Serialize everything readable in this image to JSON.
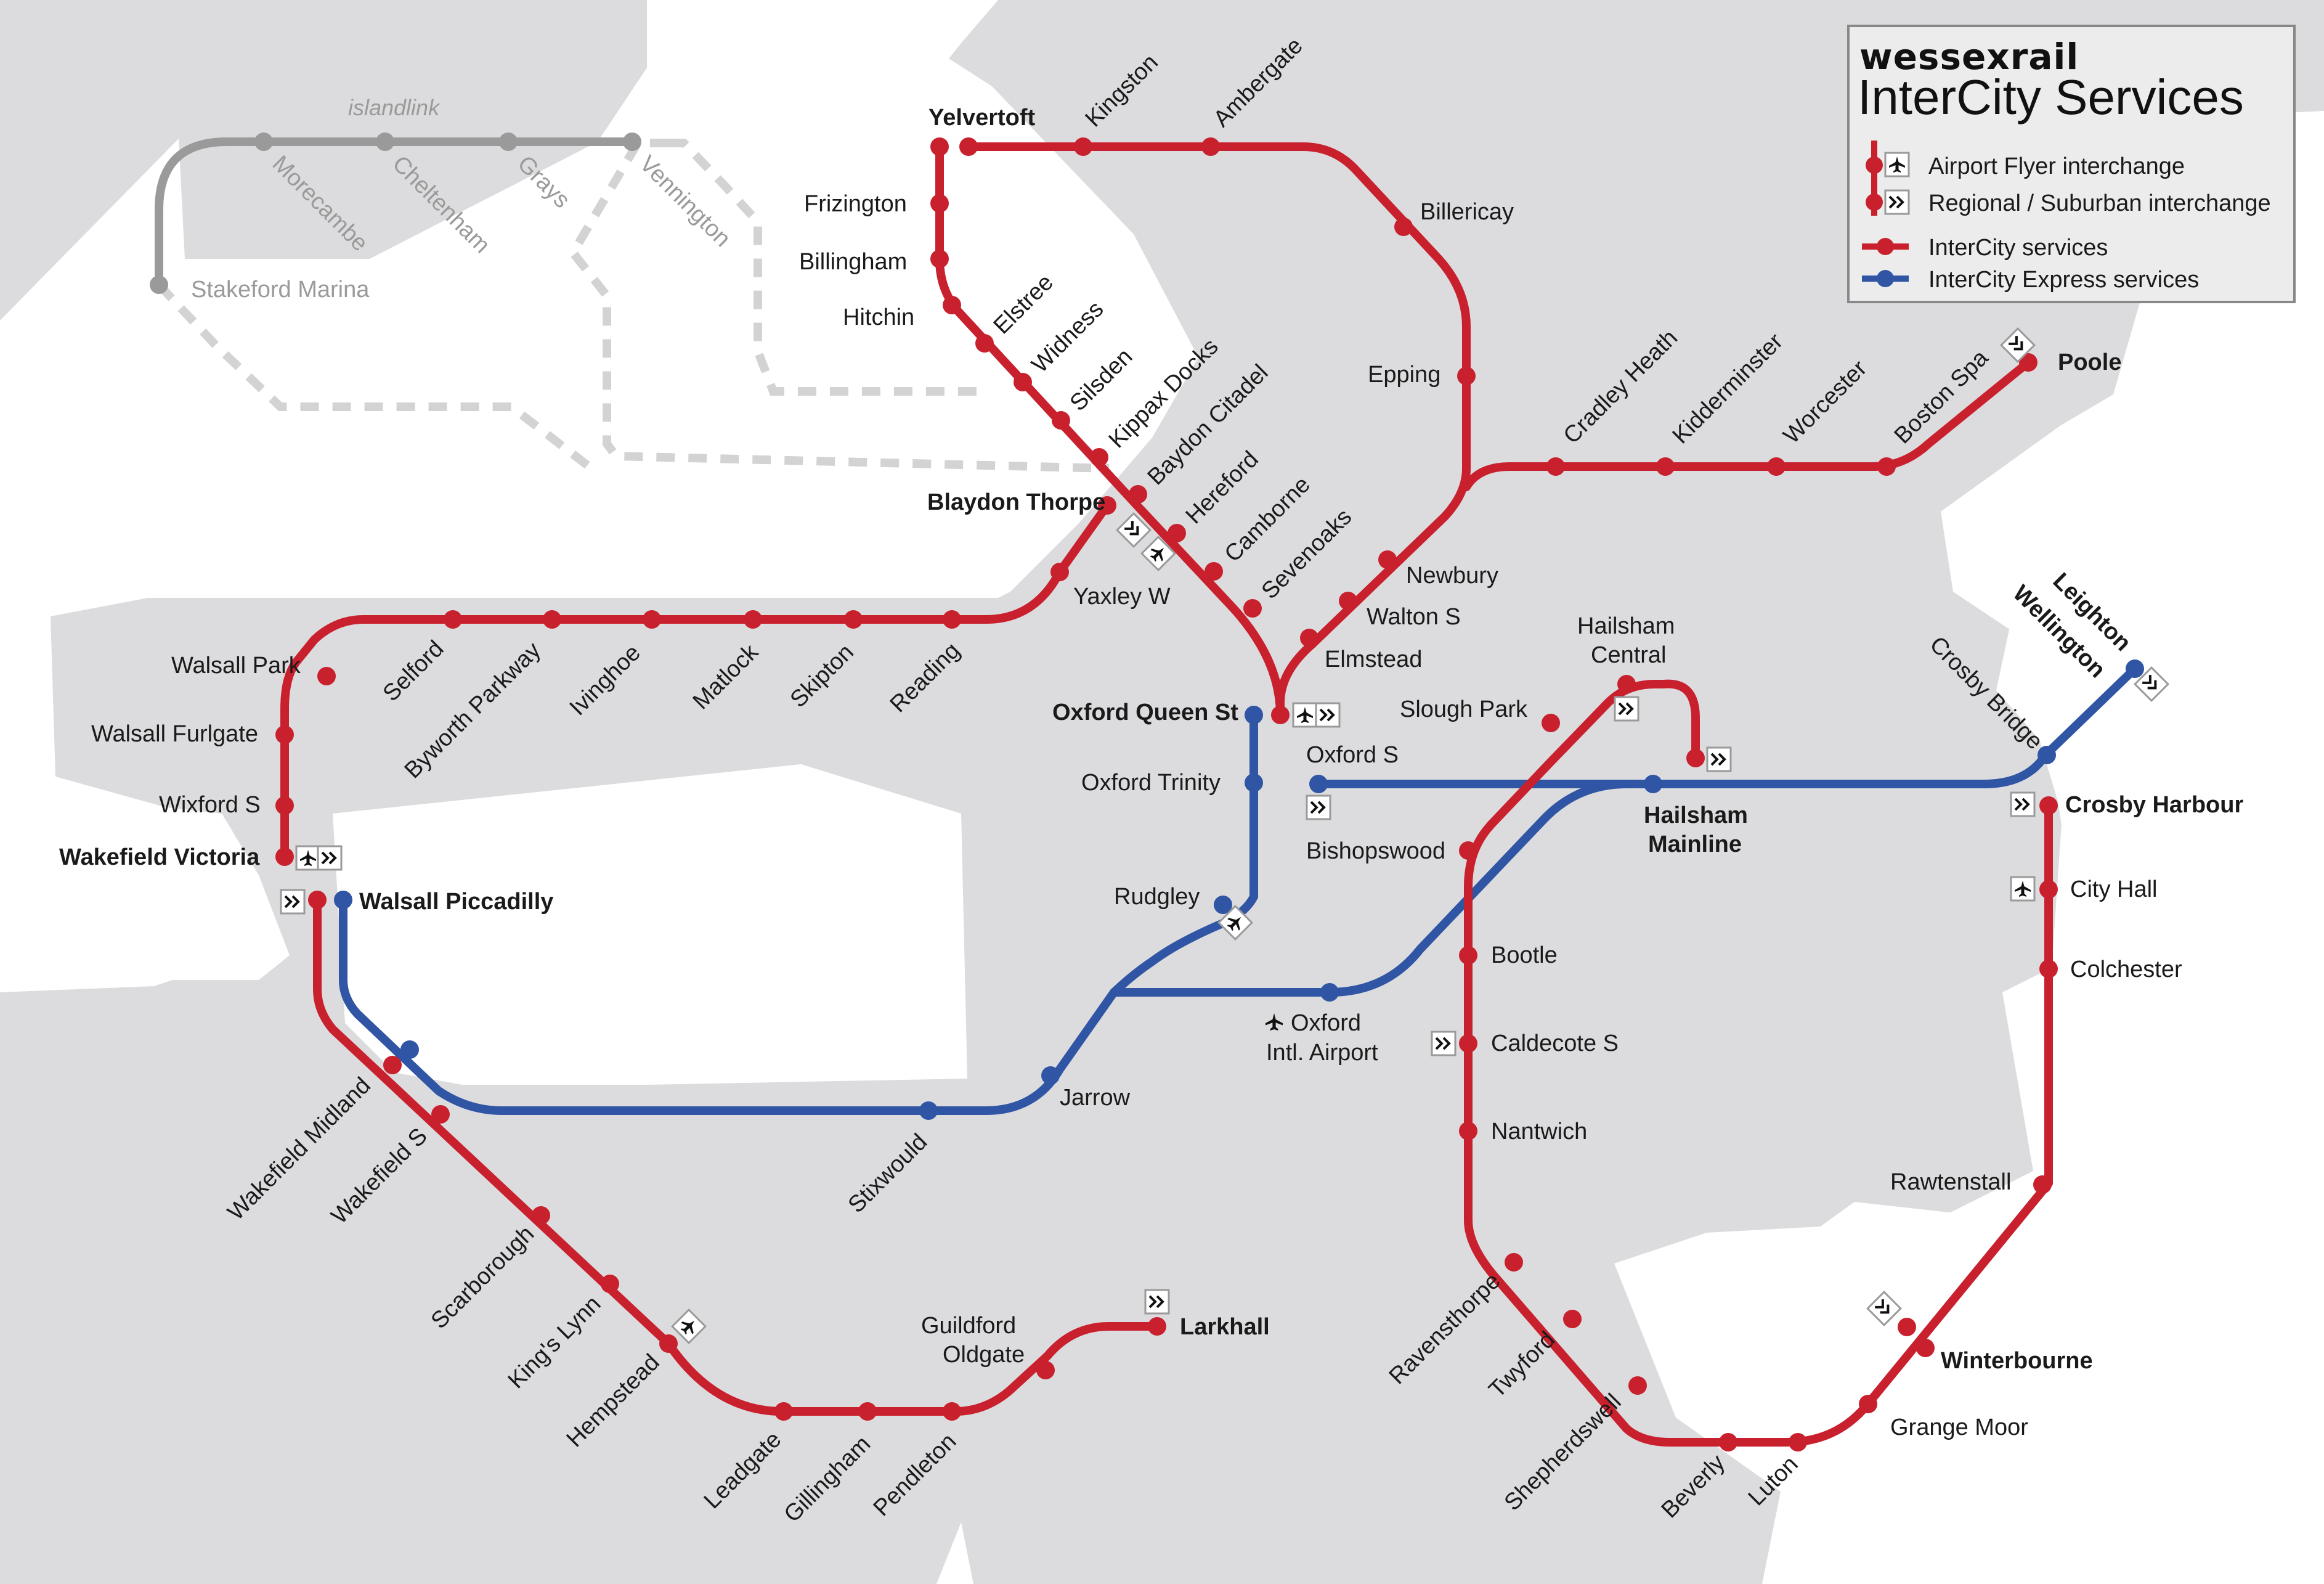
{
  "colors": {
    "land": "#dcdcde",
    "sea": "#ffffff",
    "intercity": "#c9202e",
    "express": "#2f55a4",
    "islandlink": "#9a9a9a",
    "dashed": "#d3d3d3"
  },
  "legend": {
    "brand": "wessexrail",
    "subtitle": "InterCity Services",
    "items": [
      {
        "icon": "airport-interchange-icon",
        "label": "Airport Flyer interchange"
      },
      {
        "icon": "regional-interchange-icon",
        "label": "Regional / Suburban interchange"
      },
      {
        "icon": "intercity-line-icon",
        "label": "InterCity services"
      },
      {
        "icon": "express-line-icon",
        "label": "InterCity Express services"
      }
    ]
  },
  "islandlink": {
    "name": "islandlink",
    "stations": [
      "Stakeford Marina",
      "Morecambe",
      "Cheltenham",
      "Grays",
      "Vennington"
    ]
  },
  "stations": [
    {
      "name": "Yelvertoft",
      "major": true
    },
    {
      "name": "Kingston"
    },
    {
      "name": "Ambergate"
    },
    {
      "name": "Billericay"
    },
    {
      "name": "Epping"
    },
    {
      "name": "Frizington"
    },
    {
      "name": "Billingham"
    },
    {
      "name": "Hitchin"
    },
    {
      "name": "Elstree"
    },
    {
      "name": "Widness"
    },
    {
      "name": "Silsden"
    },
    {
      "name": "Kippax Docks"
    },
    {
      "name": "Baydon Citadel"
    },
    {
      "name": "Hereford"
    },
    {
      "name": "Camborne"
    },
    {
      "name": "Sevenoaks"
    },
    {
      "name": "Elmstead"
    },
    {
      "name": "Walton S"
    },
    {
      "name": "Newbury"
    },
    {
      "name": "Cradley Heath"
    },
    {
      "name": "Kidderminster"
    },
    {
      "name": "Worcester"
    },
    {
      "name": "Boston Spa"
    },
    {
      "name": "Poole",
      "major": true
    },
    {
      "name": "Blaydon Thorpe",
      "major": true
    },
    {
      "name": "Yaxley W"
    },
    {
      "name": "Reading"
    },
    {
      "name": "Skipton"
    },
    {
      "name": "Matlock"
    },
    {
      "name": "Ivinghoe"
    },
    {
      "name": "Byworth Parkway"
    },
    {
      "name": "Selford"
    },
    {
      "name": "Walsall Park"
    },
    {
      "name": "Walsall Furlgate"
    },
    {
      "name": "Wixford S"
    },
    {
      "name": "Wakefield Victoria",
      "major": true
    },
    {
      "name": "Walsall Piccadilly",
      "major": true
    },
    {
      "name": "Oxford Queen St",
      "major": true
    },
    {
      "name": "Oxford Trinity"
    },
    {
      "name": "Rudgley"
    },
    {
      "name": "Jarrow"
    },
    {
      "name": "Stixwould"
    },
    {
      "name": "Oxford Intl. Airport",
      "lines": [
        "Oxford",
        "Intl. Airport"
      ]
    },
    {
      "name": "Oxford S"
    },
    {
      "name": "Hailsham Mainline",
      "major": true,
      "lines": [
        "Hailsham",
        "Mainline"
      ]
    },
    {
      "name": "Hailsham Central",
      "lines": [
        "Hailsham",
        "Central"
      ]
    },
    {
      "name": "Slough Park"
    },
    {
      "name": "Bishopswood"
    },
    {
      "name": "Bootle"
    },
    {
      "name": "Caldecote S"
    },
    {
      "name": "Nantwich"
    },
    {
      "name": "Ravensthorpe"
    },
    {
      "name": "Twyford"
    },
    {
      "name": "Shepherdswell"
    },
    {
      "name": "Beverly"
    },
    {
      "name": "Luton"
    },
    {
      "name": "Grange Moor"
    },
    {
      "name": "Winterbourne",
      "major": true
    },
    {
      "name": "Rawtenstall"
    },
    {
      "name": "Colchester"
    },
    {
      "name": "City Hall"
    },
    {
      "name": "Crosby Harbour",
      "major": true
    },
    {
      "name": "Crosby Bridge"
    },
    {
      "name": "Leighton Wellington",
      "major": true,
      "lines": [
        "Leighton",
        "Wellington"
      ]
    },
    {
      "name": "Wakefield Midland"
    },
    {
      "name": "Wakefield S"
    },
    {
      "name": "Scarborough"
    },
    {
      "name": "King's Lynn"
    },
    {
      "name": "Hempstead"
    },
    {
      "name": "Leadgate"
    },
    {
      "name": "Gillingham"
    },
    {
      "name": "Pendleton"
    },
    {
      "name": "Guildford Oldgate",
      "lines": [
        "Guildford",
        "Oldgate"
      ]
    },
    {
      "name": "Larkhall",
      "major": true
    }
  ]
}
